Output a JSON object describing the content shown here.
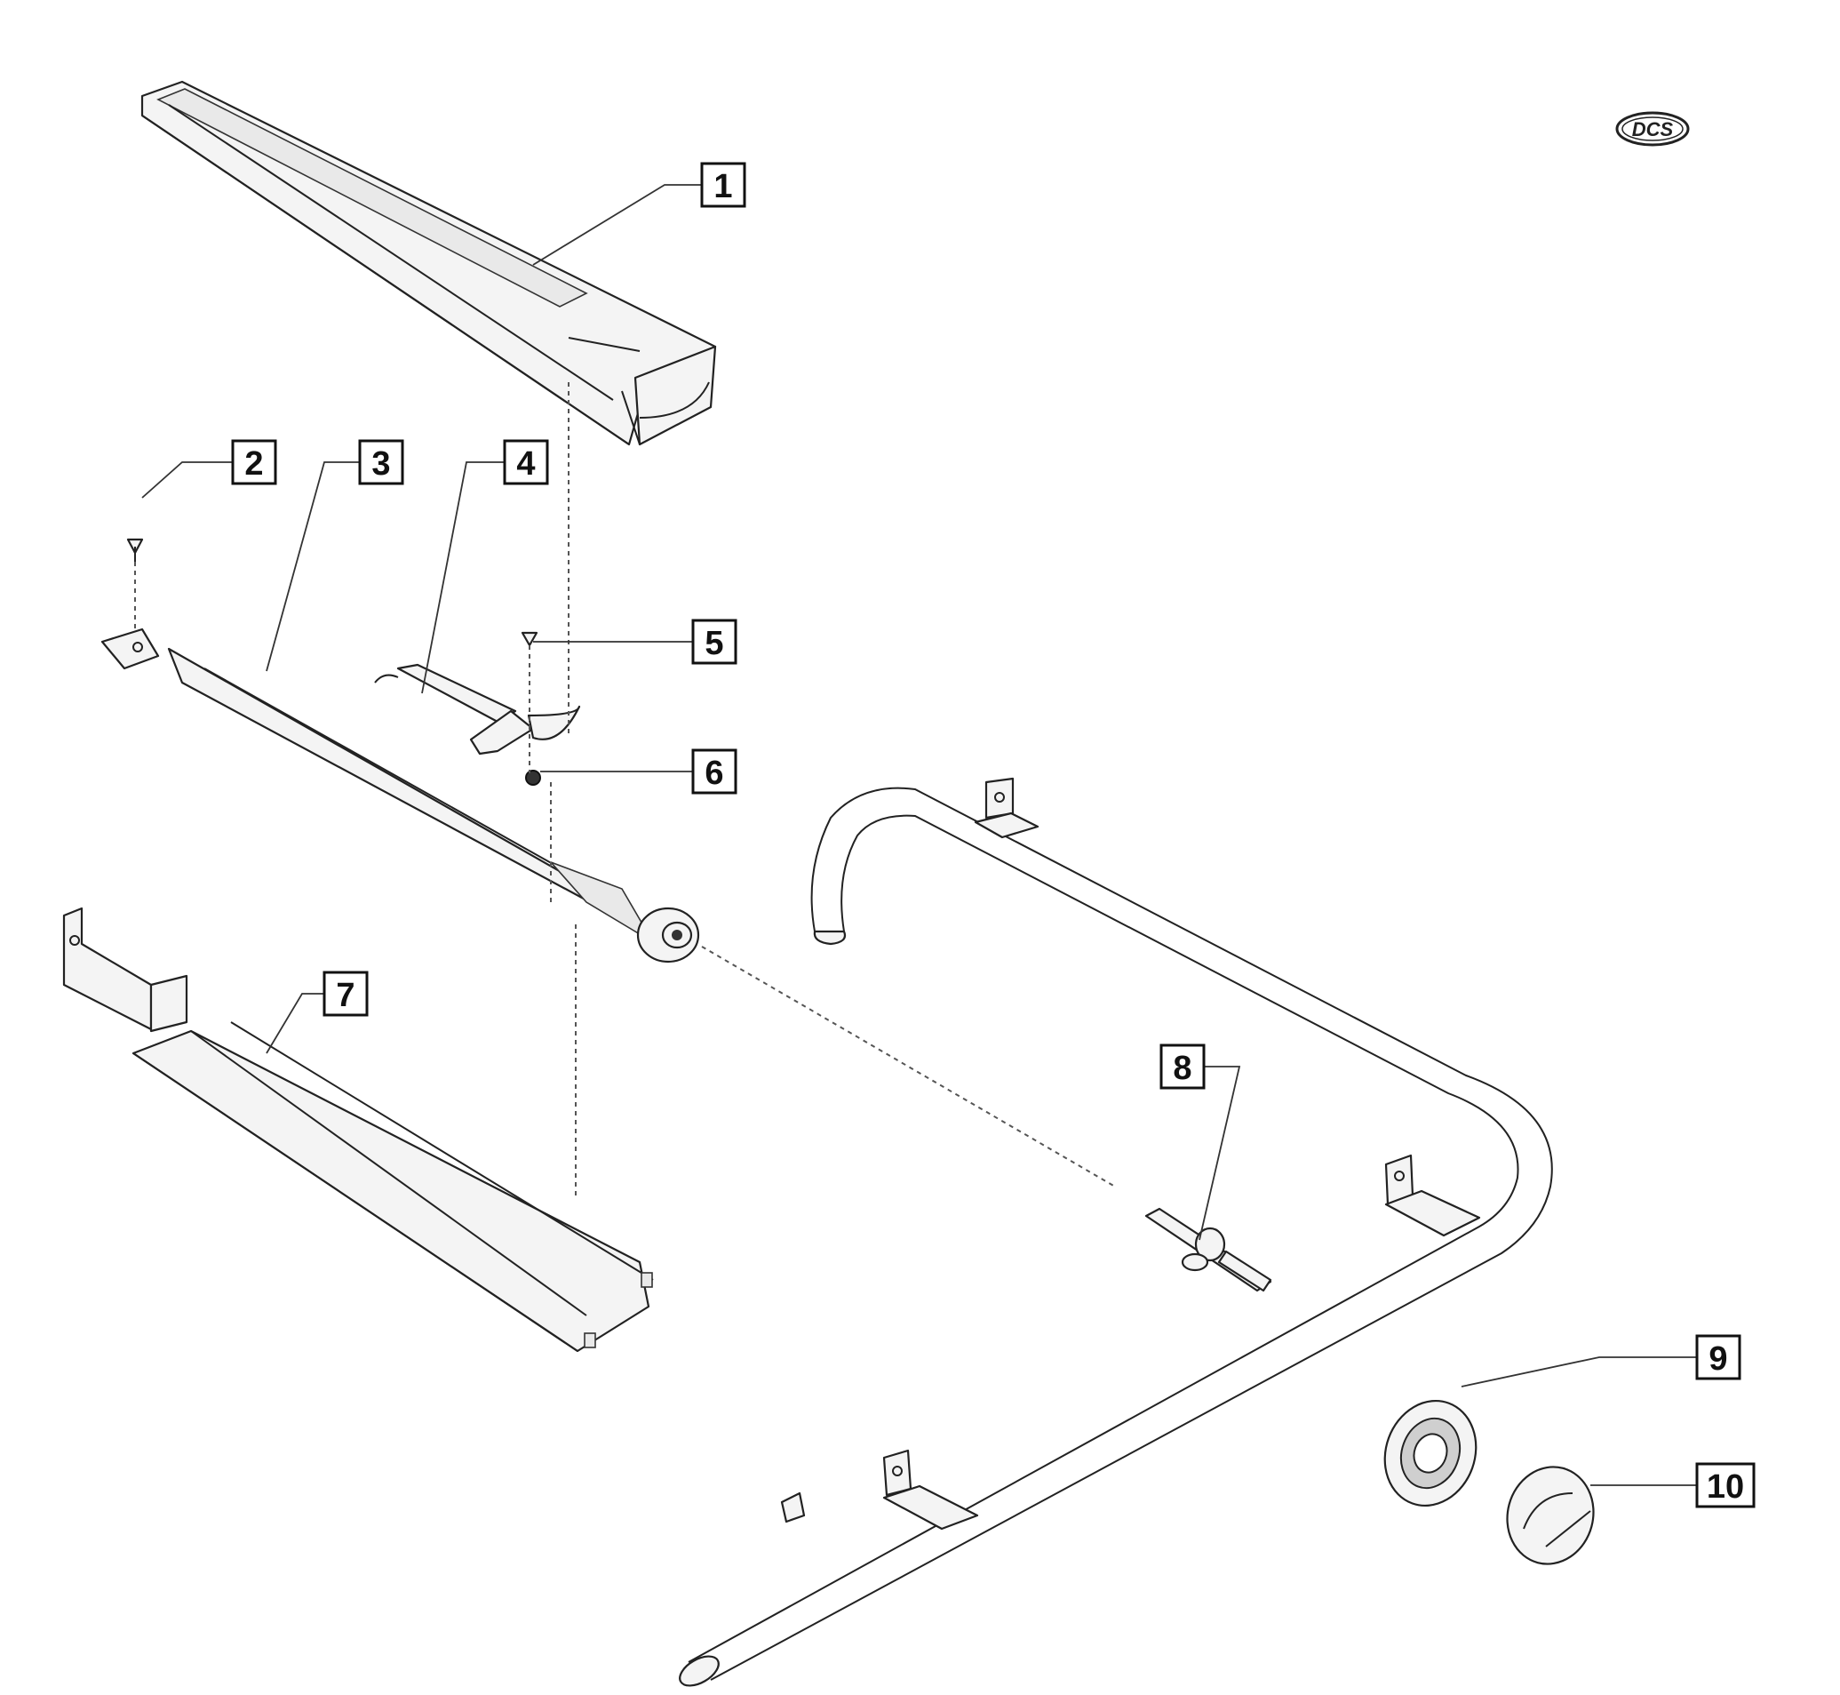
{
  "logo": {
    "text": "DCS"
  },
  "callouts": [
    {
      "id": "c1",
      "label": "1"
    },
    {
      "id": "c2",
      "label": "2"
    },
    {
      "id": "c3",
      "label": "3"
    },
    {
      "id": "c4",
      "label": "4"
    },
    {
      "id": "c5",
      "label": "5"
    },
    {
      "id": "c6",
      "label": "6"
    },
    {
      "id": "c7",
      "label": "7"
    },
    {
      "id": "c8",
      "label": "8"
    },
    {
      "id": "c9",
      "label": "9"
    },
    {
      "id": "c10",
      "label": "10"
    }
  ]
}
